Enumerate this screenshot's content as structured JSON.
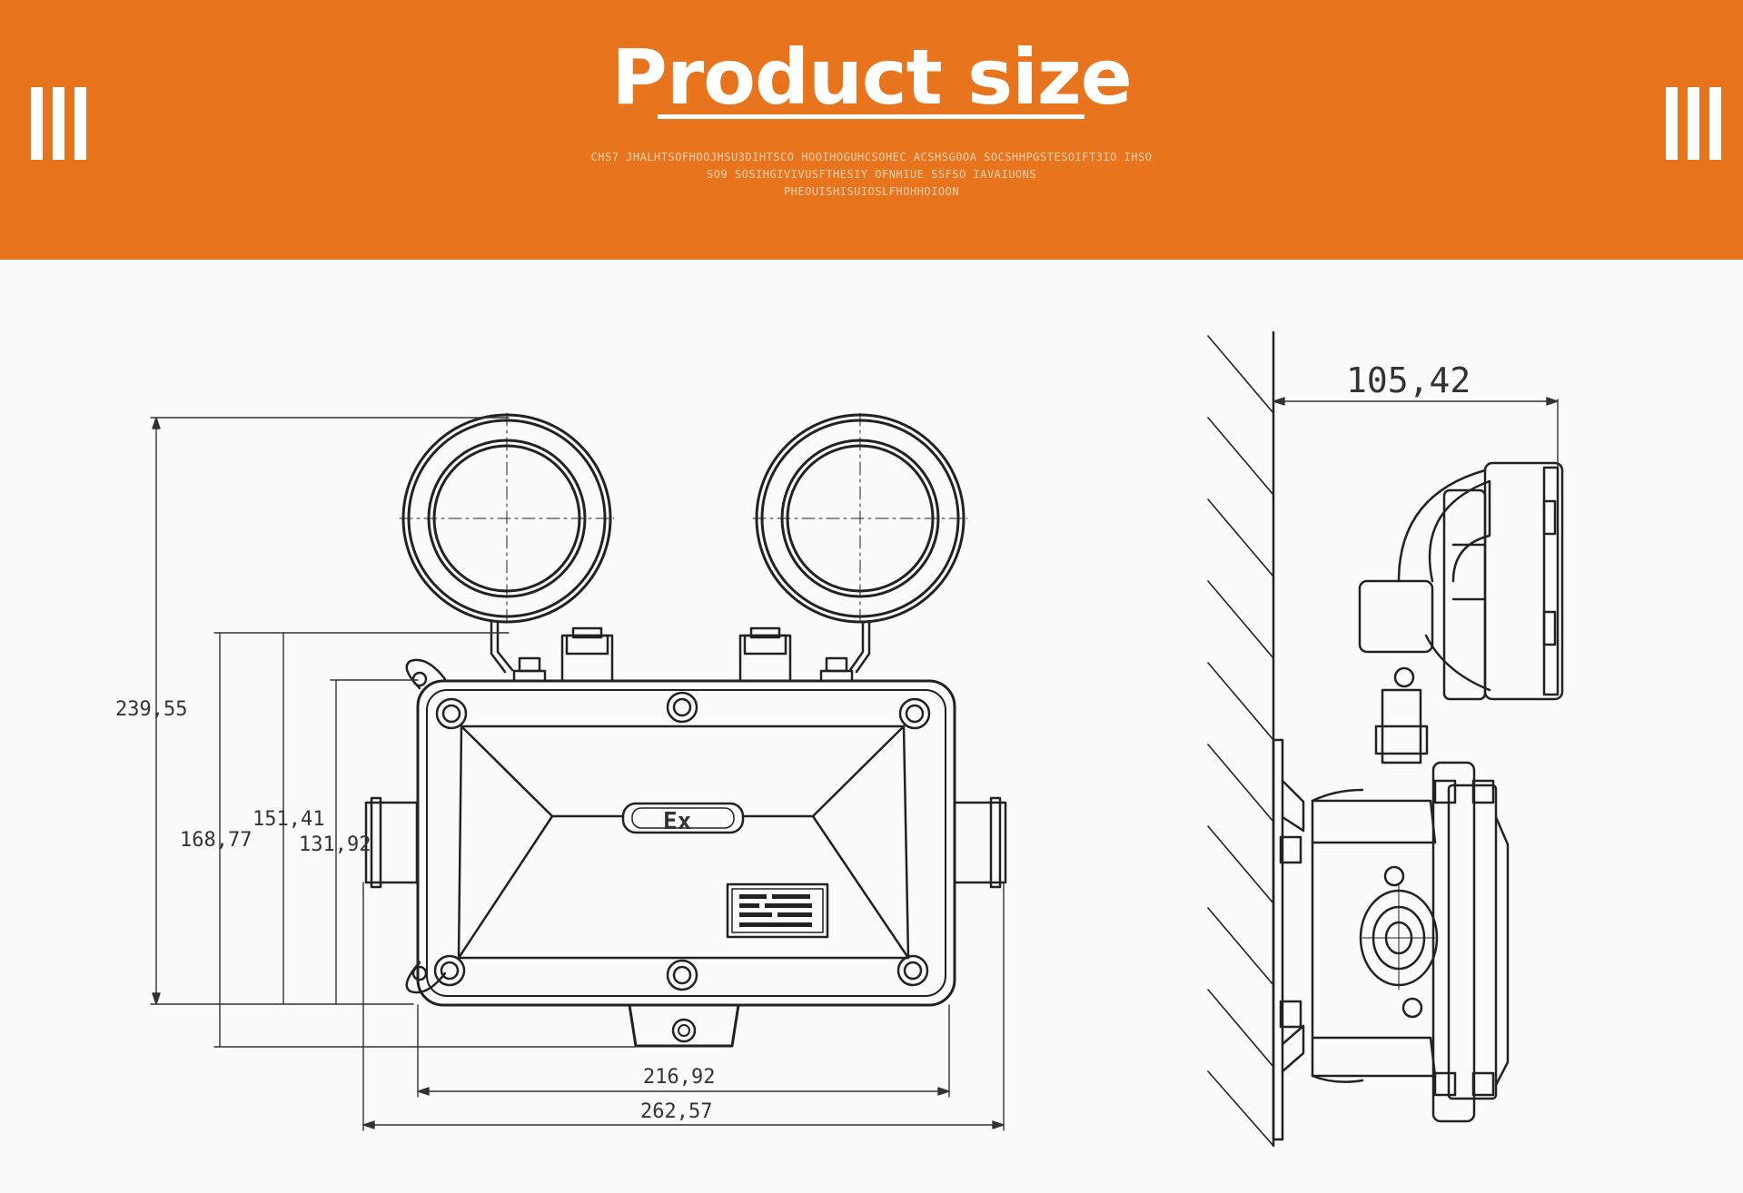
{
  "header": {
    "title": "Product size",
    "subtitle_lines": [
      "CHS7 JHALHTSOFHOOJHSU3DIHTSCO HOOIHOGUHCSOHEC ACSHSGOOA SOCSHHPGSTESOIFT3IO IHSO",
      "SO9 SOSIHGIVIVUSFTHESIY OFNHIUE SSFSO IAVAIUONS",
      "PHEOUISHISUIOSLFHOHHOIOON"
    ]
  },
  "dimensions": {
    "height_total": "239,55",
    "height_box_outer": "168,77",
    "height_box_mid": "151,41",
    "height_box_inner": "131,92",
    "width_inner": "216,92",
    "width_outer": "262,57",
    "depth": "105,42"
  },
  "label_plate": {
    "mark": "Ex"
  },
  "colors": {
    "banner": "#e8751d",
    "line": "#222222",
    "background": "#fbfbfb"
  }
}
